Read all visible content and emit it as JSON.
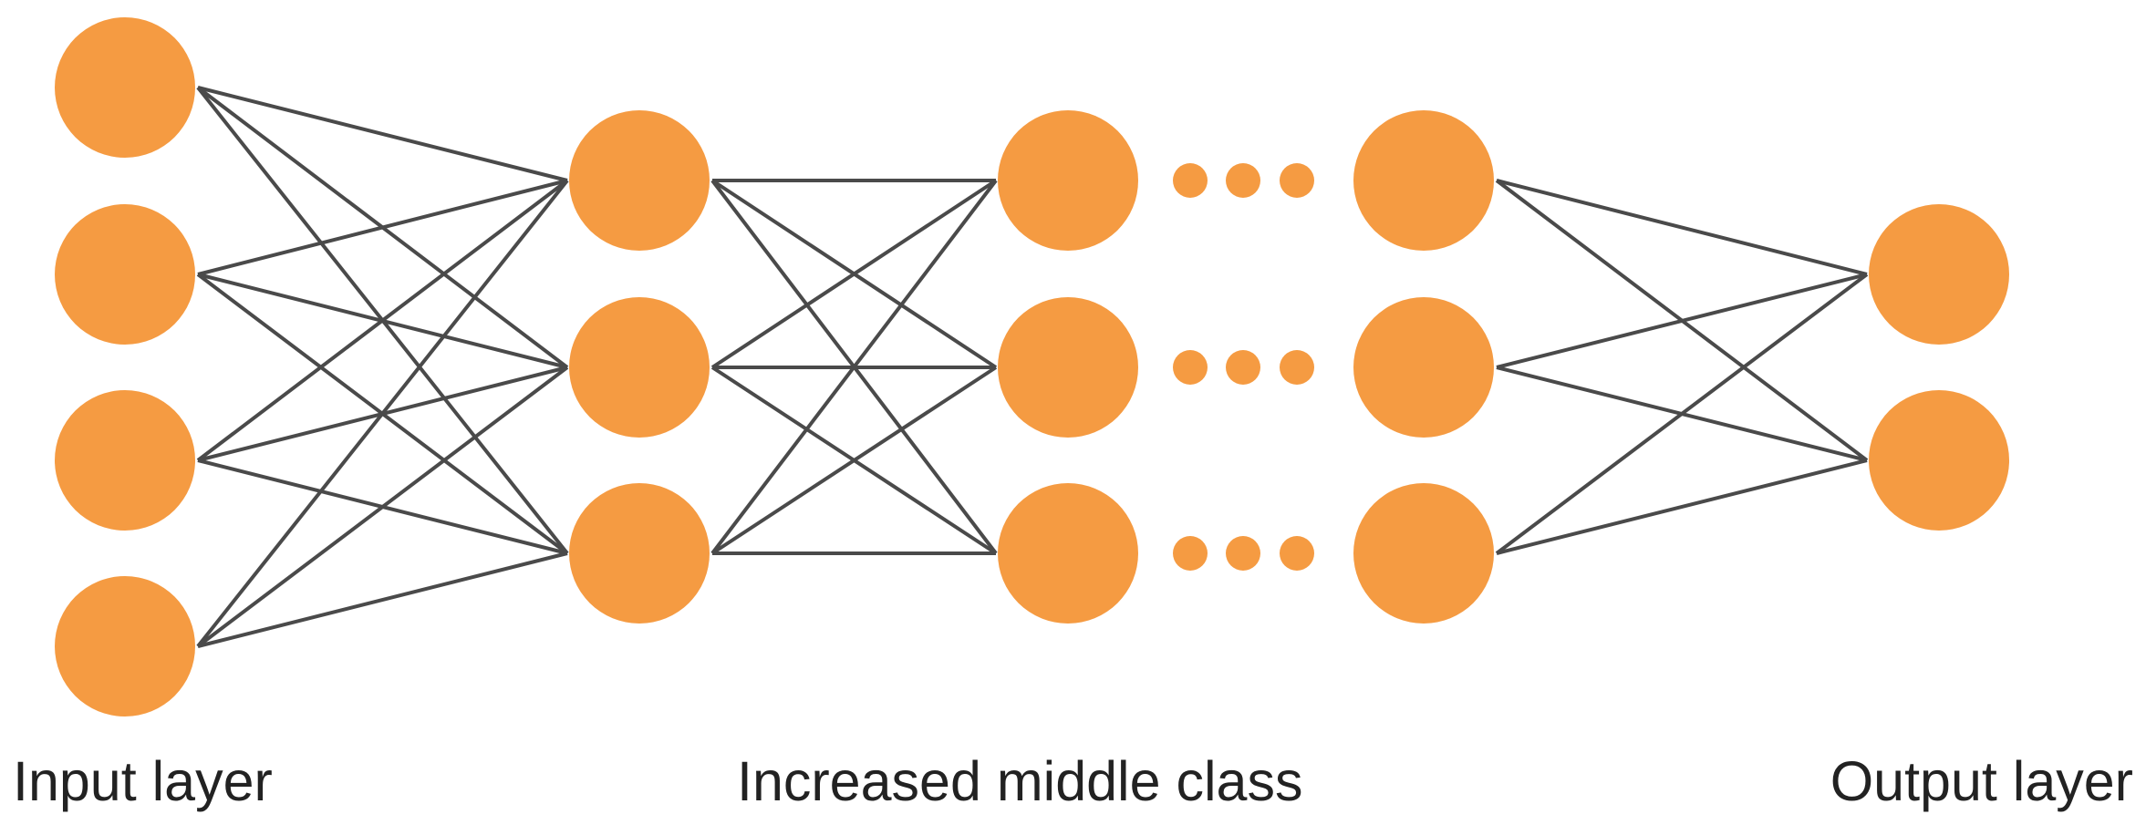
{
  "diagram": {
    "colors": {
      "node": "#F59B42",
      "edge": "#4a4a4a",
      "text": "#222222",
      "background": "#ffffff"
    },
    "labels": {
      "input": "Input layer",
      "middle": "Increased middle class",
      "output": "Output layer"
    },
    "layers": [
      {
        "name": "input",
        "nodes": 4
      },
      {
        "name": "hidden-1",
        "nodes": 3
      },
      {
        "name": "hidden-2",
        "nodes": 3
      },
      {
        "name": "hidden-last",
        "nodes": 3
      },
      {
        "name": "output",
        "nodes": 2
      }
    ],
    "ellipsis": {
      "rows": 3,
      "dots_per_row": 3
    }
  }
}
